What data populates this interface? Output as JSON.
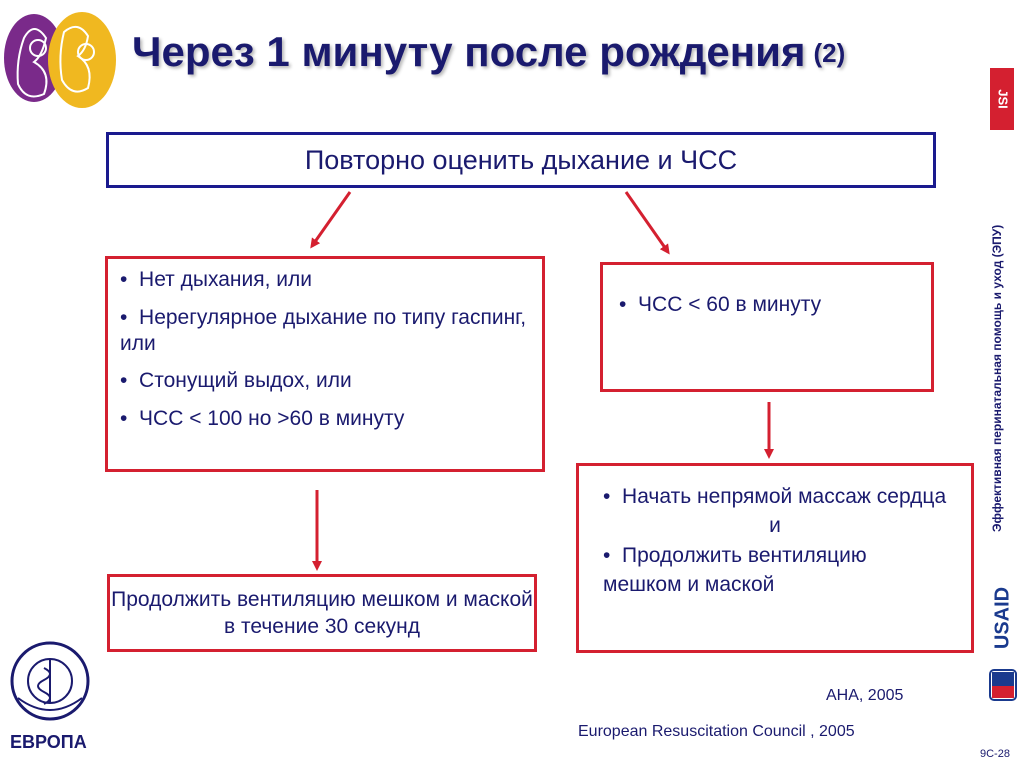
{
  "title": {
    "main": "Через 1 минуту после рождения",
    "number": "(2)"
  },
  "top_box": "Повторно оценить дыхание и ЧСС",
  "left_box": {
    "items": [
      "Нет дыхания, или",
      "Нерегулярное дыхание по типу гаспинг, или",
      "Стонущий выдох, или",
      "ЧСС < 100 но >60 в минуту"
    ]
  },
  "right_box": {
    "items": [
      "ЧСС < 60 в минуту"
    ]
  },
  "bottom_left_box": "Продолжить вентиляцию мешком и маской в течение 30 секунд",
  "bottom_right_box": {
    "item1": "Начать непрямой массаж сердца",
    "and": "и",
    "item2": "Продолжить вентиляцию мешком и маской"
  },
  "references": {
    "ref1": "AHA, 2005",
    "ref2": "European Resuscitation Council , 2005"
  },
  "side_text": "Эффективная перинатальная помощь и уход (ЭПУ)",
  "who_label": "ЕВРОПА",
  "jsi_logo": "JSI",
  "usaid_logo": "USAID",
  "page_number": "9C-28",
  "colors": {
    "navy": "#1a1a6e",
    "red": "#d42030",
    "purple": "#7a2a8a",
    "yellow": "#f0b820"
  }
}
